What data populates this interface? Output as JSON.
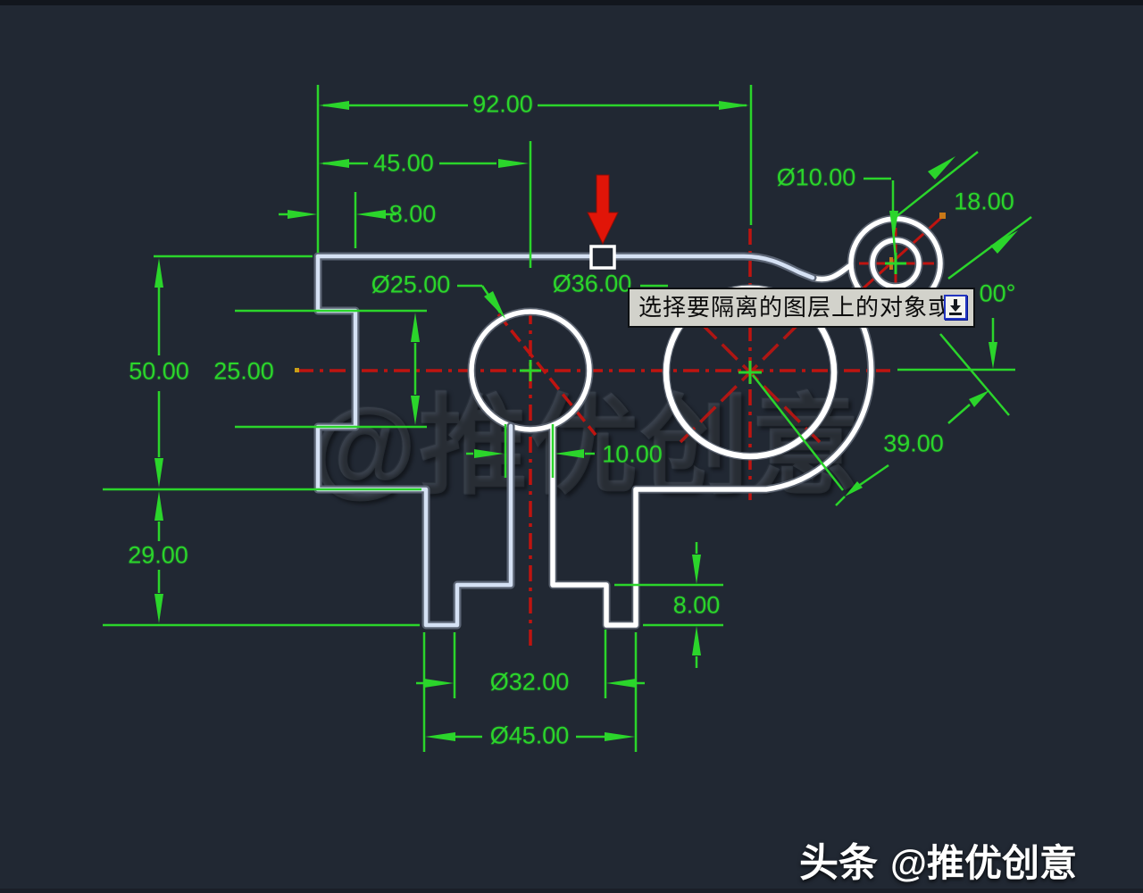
{
  "app": {
    "description": "CAD drawing canvas showing a dimensioned machine part with layer-isolate prompt"
  },
  "dims": [
    {
      "name": "total-width",
      "label": "92.00"
    },
    {
      "name": "width-to-center",
      "label": "45.00"
    },
    {
      "name": "top-step-width",
      "label": "8.00"
    },
    {
      "name": "hole-diameter",
      "label": "Ø10.00"
    },
    {
      "name": "boss-size",
      "label": "18.00"
    },
    {
      "name": "angle-partial",
      "label": "00°"
    },
    {
      "name": "left-circle-dia",
      "label": "Ø25.00"
    },
    {
      "name": "right-circle-dia",
      "label": "Ø36.00"
    },
    {
      "name": "left-height",
      "label": "50.00"
    },
    {
      "name": "notch-height",
      "label": "25.00"
    },
    {
      "name": "slot-width",
      "label": "10.00"
    },
    {
      "name": "outer-radius",
      "label": "39.00"
    },
    {
      "name": "lower-height",
      "label": "29.00"
    },
    {
      "name": "foot-height",
      "label": "8.00"
    },
    {
      "name": "inner-span-dia",
      "label": "Ø32.00"
    },
    {
      "name": "outer-span-dia",
      "label": "Ø45.00"
    }
  ],
  "tooltip": {
    "text": "选择要隔离的图层上的对象或",
    "icon": "down-arrow-icon"
  },
  "watermark": {
    "text": "@推优创意"
  },
  "caption": {
    "brand": "头条",
    "handle": "@推优创意"
  },
  "colors": {
    "background": "#212833",
    "dimension_green": "#2bd52b",
    "centerline_red": "#bf1410",
    "outline_white": "#ffffff",
    "highlight_blue": "#d5e1f4",
    "pointer_red": "#e11508",
    "tooltip_bg": "#d2d2cb",
    "tick_orange": "#c87818"
  }
}
